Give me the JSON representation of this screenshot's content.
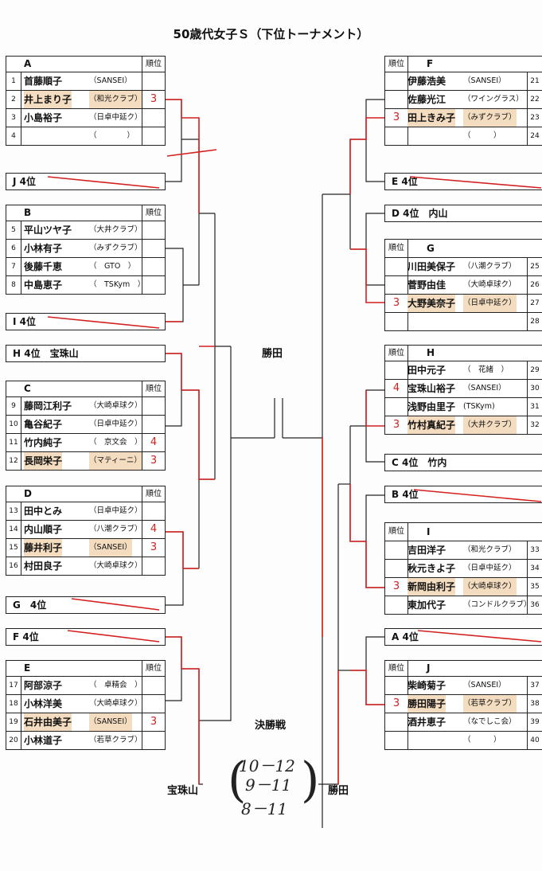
{
  "title": "50歳代女子Ｓ（下位トーナメント）",
  "rank_header": "順位",
  "groups": {
    "A": {
      "label": "A",
      "players": [
        {
          "no": "1",
          "name": "首藤順子",
          "club": "（SANSEI）",
          "rank": ""
        },
        {
          "no": "2",
          "name": "井上まり子",
          "club": "（和光クラブ）",
          "rank": "3"
        },
        {
          "no": "3",
          "name": "小島裕子",
          "club": "（日卓中延ク）",
          "rank": ""
        },
        {
          "no": "4",
          "name": "",
          "club": "（　　　　）",
          "rank": ""
        }
      ]
    },
    "B": {
      "label": "B",
      "players": [
        {
          "no": "5",
          "name": "平山ツヤ子",
          "club": "（大井クラブ）",
          "rank": ""
        },
        {
          "no": "6",
          "name": "小林有子",
          "club": "（みずクラブ）",
          "rank": ""
        },
        {
          "no": "7",
          "name": "後藤千恵",
          "club": "（　GTO　）",
          "rank": ""
        },
        {
          "no": "8",
          "name": "中島恵子",
          "club": "（　TSKym　）",
          "rank": ""
        }
      ]
    },
    "C": {
      "label": "C",
      "players": [
        {
          "no": "9",
          "name": "藤岡江利子",
          "club": "（大崎卓球ク）",
          "rank": ""
        },
        {
          "no": "10",
          "name": "亀谷紀子",
          "club": "（日卓中延ク）",
          "rank": ""
        },
        {
          "no": "11",
          "name": "竹内純子",
          "club": "（　京文会　）",
          "rank": "4"
        },
        {
          "no": "12",
          "name": "長岡栄子",
          "club": "（マティーニ）",
          "rank": "3"
        }
      ]
    },
    "D": {
      "label": "D",
      "players": [
        {
          "no": "13",
          "name": "田中とみ",
          "club": "（日卓中延ク）",
          "rank": ""
        },
        {
          "no": "14",
          "name": "内山順子",
          "club": "（八潮クラブ）",
          "rank": "4"
        },
        {
          "no": "15",
          "name": "藤井利子",
          "club": "（SANSEI）",
          "rank": "3"
        },
        {
          "no": "16",
          "name": "村田良子",
          "club": "（大崎卓球ク）",
          "rank": ""
        }
      ]
    },
    "E": {
      "label": "E",
      "players": [
        {
          "no": "17",
          "name": "阿部涼子",
          "club": "（　卓精会　）",
          "rank": ""
        },
        {
          "no": "18",
          "name": "小林洋美",
          "club": "（大崎卓球ク）",
          "rank": ""
        },
        {
          "no": "19",
          "name": "石井由美子",
          "club": "（SANSEI）",
          "rank": "3"
        },
        {
          "no": "20",
          "name": "小林道子",
          "club": "（若草クラブ）",
          "rank": ""
        }
      ]
    },
    "F": {
      "label": "F",
      "players": [
        {
          "no": "21",
          "name": "伊藤浩美",
          "club": "（SANSEI）",
          "rank": ""
        },
        {
          "no": "22",
          "name": "佐藤光江",
          "club": "（ワイングラス）",
          "rank": ""
        },
        {
          "no": "23",
          "name": "田上きみ子",
          "club": "（みずクラブ）",
          "rank": "3"
        },
        {
          "no": "24",
          "name": "",
          "club": "（　　　）",
          "rank": ""
        }
      ]
    },
    "G": {
      "label": "G",
      "players": [
        {
          "no": "25",
          "name": "川田美保子",
          "club": "（八潮クラブ）",
          "rank": ""
        },
        {
          "no": "26",
          "name": "菅野由佳",
          "club": "（大崎卓球ク）",
          "rank": ""
        },
        {
          "no": "27",
          "name": "大野美奈子",
          "club": "（日卓中延ク）",
          "rank": "3"
        },
        {
          "no": "28",
          "name": "",
          "club": "",
          "rank": ""
        }
      ]
    },
    "H": {
      "label": "H",
      "players": [
        {
          "no": "29",
          "name": "田中元子",
          "club": "（　花緒　）",
          "rank": ""
        },
        {
          "no": "30",
          "name": "宝珠山裕子",
          "club": "（SANSEI）",
          "rank": "4"
        },
        {
          "no": "31",
          "name": "浅野由里子",
          "club": "(TSKym)",
          "rank": ""
        },
        {
          "no": "32",
          "name": "竹村真紀子",
          "club": "（大井クラブ）",
          "rank": "3"
        }
      ]
    },
    "I": {
      "label": "I",
      "players": [
        {
          "no": "33",
          "name": "吉田洋子",
          "club": "（和光クラブ）",
          "rank": ""
        },
        {
          "no": "34",
          "name": "秋元きよ子",
          "club": "（日卓中延ク）",
          "rank": ""
        },
        {
          "no": "35",
          "name": "新岡由利子",
          "club": "（大崎卓球ク）",
          "rank": "3"
        },
        {
          "no": "36",
          "name": "東加代子",
          "club": "（コンドルクラブ）",
          "rank": ""
        }
      ]
    },
    "J": {
      "label": "J",
      "players": [
        {
          "no": "37",
          "name": "柴崎菊子",
          "club": "（SANSEI）",
          "rank": ""
        },
        {
          "no": "38",
          "name": "勝田陽子",
          "club": "（若草クラブ）",
          "rank": "3"
        },
        {
          "no": "39",
          "name": "酒井恵子",
          "club": "（なでしこ会）",
          "rank": ""
        },
        {
          "no": "40",
          "name": "",
          "club": "（　　　）",
          "rank": ""
        }
      ]
    }
  },
  "slots": {
    "J4": "J 4位",
    "I4": "I 4位",
    "H4": "H 4位　宝珠山",
    "G4": "G　4位",
    "F4": "F 4位",
    "E4": "E 4位",
    "D4": "D 4位　内山",
    "C4": "C 4位　竹内",
    "B4": "B 4位",
    "A4": "A 4位"
  },
  "winner_mid": "勝田",
  "final_label": "決勝戦",
  "final": {
    "left": "宝珠山",
    "right": "勝田",
    "scores": [
      "10－12",
      "9－11",
      "8－11"
    ]
  },
  "colors": {
    "highlight": "#f4dcc0",
    "pen_red": "#d42020"
  }
}
